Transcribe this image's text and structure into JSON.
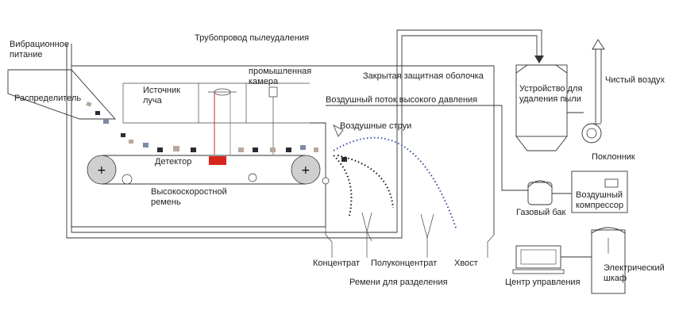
{
  "labels": {
    "vibro_feed": "Вибрационное питание",
    "pipeline": "Трубопровод пылеудаления",
    "distributor": "Распределитель",
    "beam_source": "Источник луча",
    "industrial_camera": "промышленная камера",
    "enclosure": "Закрытая защитная оболочка",
    "hp_airflow": "Воздушный поток высокого давления",
    "air_jets": "Воздушные струи",
    "detector": "Детектор",
    "belt": "Высокоскоростной ремень",
    "dust_remover": "Устройство для удаления пыли",
    "clean_air": "Чистый воздух",
    "fan": "Поклонник",
    "gas_tank": "Газовый бак",
    "compressor": "Воздушный компрессор",
    "concentrate": "Концентрат",
    "semi_concentrate": "Полуконцентрат",
    "tail": "Хвост",
    "separation_belts": "Ремени для разделения",
    "control_center": "Центр управления",
    "electric_cabinet": "Электрический шкаф"
  },
  "colors": {
    "line": "#333333",
    "detector": "#d9261c",
    "ore_dark": "#2b2b30",
    "ore_light": "#b8a89a",
    "ore_blue": "#7d8aa6",
    "dots_blue": "#3a4fa0",
    "dots_dark": "#111111",
    "roller": "#cfcfcf"
  }
}
